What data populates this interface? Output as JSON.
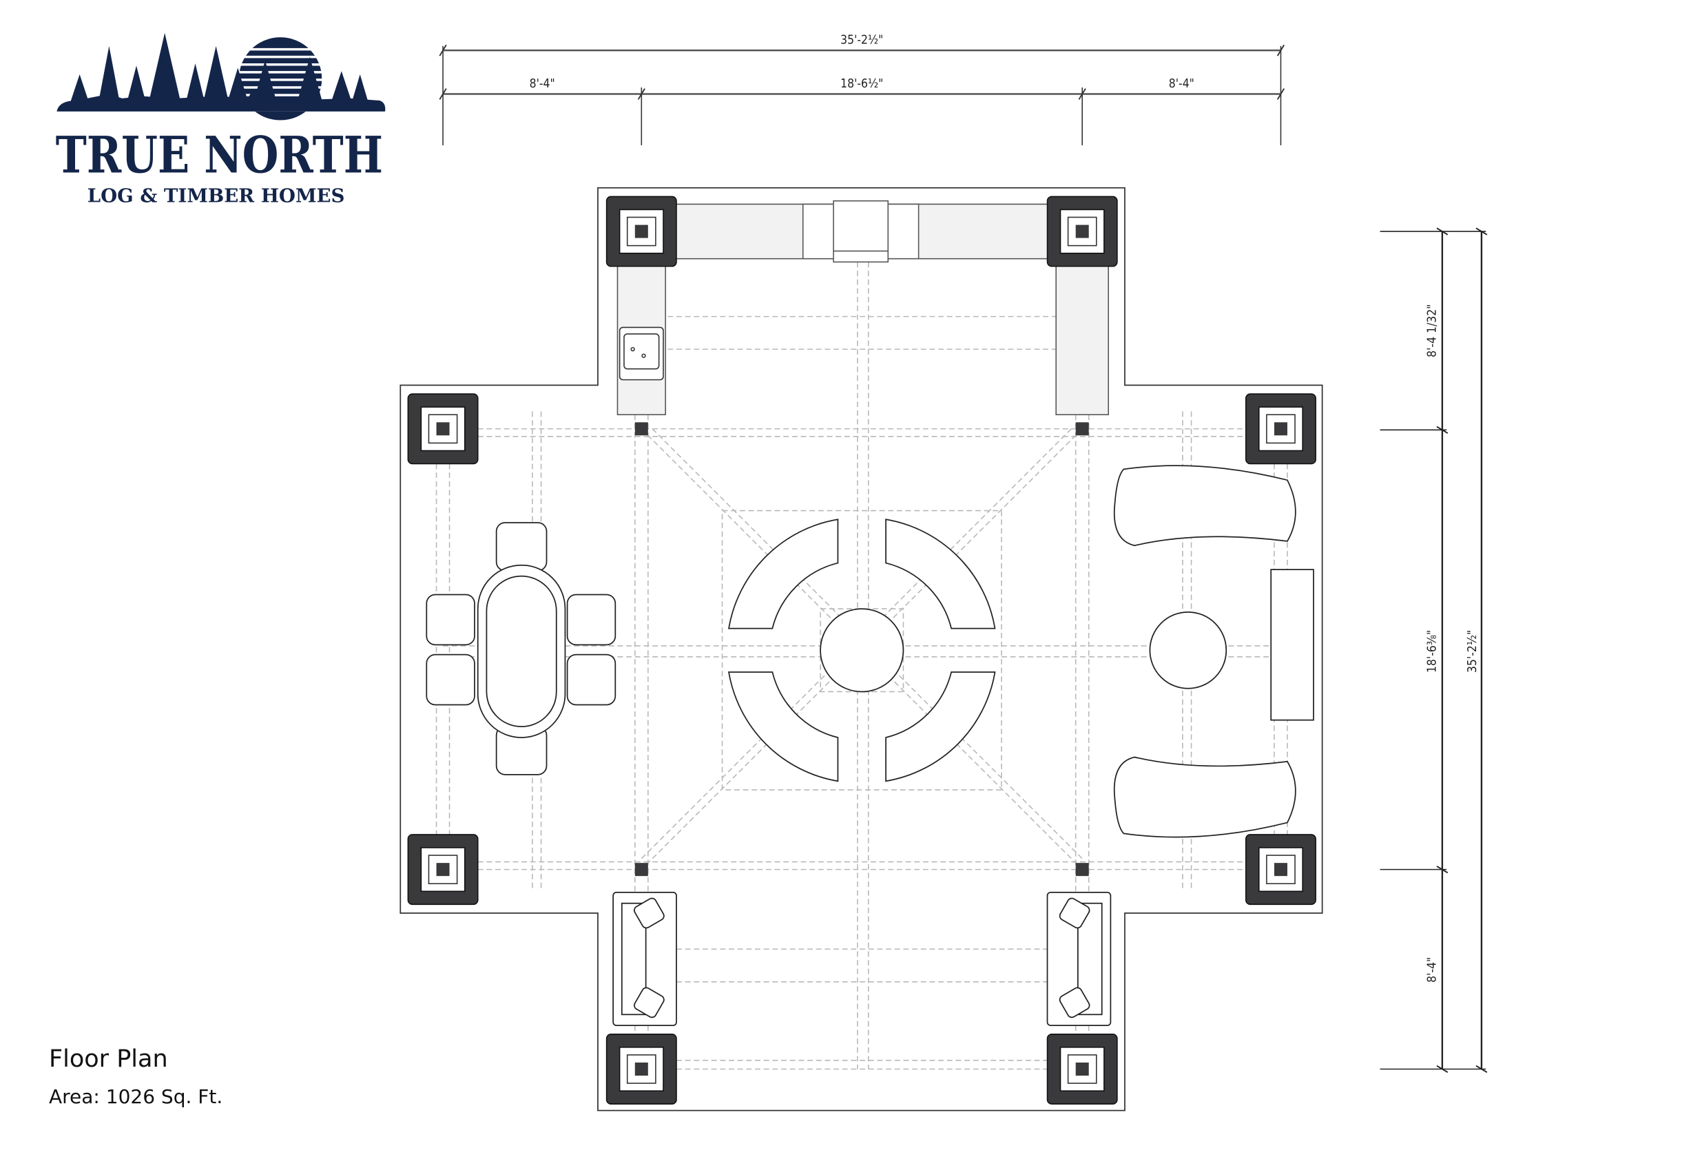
{
  "logo": {
    "brand": "TRUE NORTH",
    "tagline": "LOG & TIMBER HOMES",
    "color": "#14254a"
  },
  "dimensions": {
    "top_overall": "35'-2½\"",
    "top_left": "8'-4\"",
    "top_center": "18'-6½\"",
    "top_right": "8'-4\"",
    "right_top": "8'-4 1/32\"",
    "right_center": "18'-6⅜\"",
    "right_bottom": "8'-4\"",
    "right_overall": "35'-2½\""
  },
  "caption": {
    "title": "Floor Plan",
    "area": "Area: 1026 Sq. Ft."
  }
}
